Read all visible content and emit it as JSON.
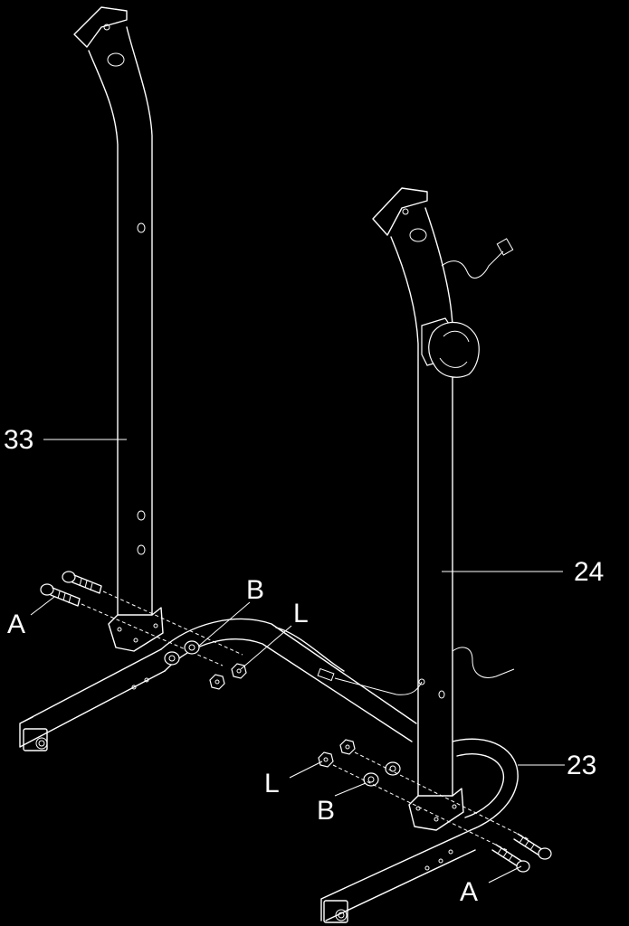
{
  "labels": {
    "part_33": "33",
    "part_24": "24",
    "part_23": "23",
    "a_left": "A",
    "b_left": "B",
    "l_left": "L",
    "a_right": "A",
    "b_right": "B",
    "l_right": "L"
  },
  "colors": {
    "background": "#000000",
    "stroke": "#ffffff"
  }
}
